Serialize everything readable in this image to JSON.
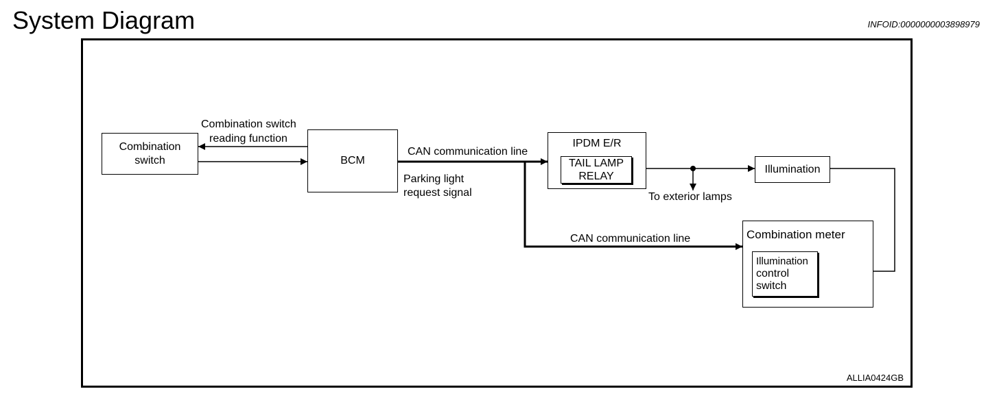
{
  "header": {
    "title": "System Diagram",
    "info_id": "INFOID:0000000003898979"
  },
  "diagram": {
    "figure_code": "ALLIA0424GB",
    "nodes": {
      "combination_switch": {
        "line1": "Combination",
        "line2": "switch"
      },
      "bcm": {
        "label": "BCM"
      },
      "ipdm": {
        "label": "IPDM E/R",
        "relay_line1": "TAIL LAMP",
        "relay_line2": "RELAY"
      },
      "illumination": {
        "label": "Illumination"
      },
      "combination_meter": {
        "label": "Combination meter",
        "switch_line1": "Illumination",
        "switch_line2": "control",
        "switch_line3": "switch"
      }
    },
    "edge_labels": {
      "reading_line1": "Combination switch",
      "reading_line2": "reading function",
      "can_line_top": "CAN communication line",
      "parking_line1": "Parking light",
      "parking_line2": "request signal",
      "exterior": "To exterior lamps",
      "can_line_bottom": "CAN communication line"
    }
  }
}
